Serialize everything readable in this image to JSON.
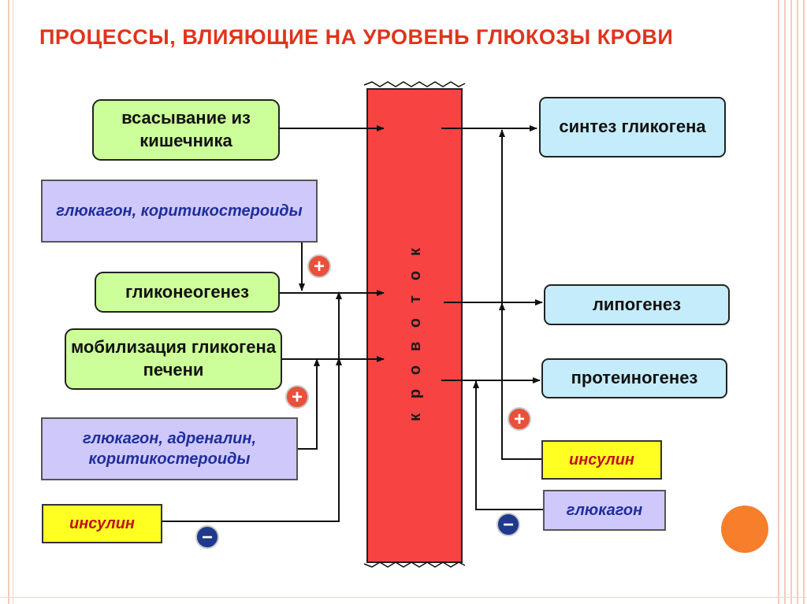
{
  "title": "Процессы, влияющие на уровень глюкозы крови",
  "center": {
    "label": "кровоток"
  },
  "left": {
    "absorption": "всасывание из кишечника",
    "hormones_gluconeo": "глюкагон, коритикостероиды",
    "gluconeogenesis": "гликонеогенез",
    "glycogen_mobilization": "мобилизация гликогена печени",
    "hormones_mobilization": "глюкагон, адреналин, коритикостероиды",
    "insulin": "инсулин"
  },
  "right": {
    "glycogen_synthesis": "синтез гликогена",
    "lipogenesis": "липогенез",
    "proteinogenesis": "протеиногенез",
    "insulin": "инсулин",
    "glucagon": "глюкагон"
  },
  "signs": {
    "plus": "+",
    "minus": "−"
  },
  "colors": {
    "title": "#e0341c",
    "bloodstream": "#f84343",
    "green_box": "#ccff99",
    "blue_box": "#c5ecfb",
    "violet_box": "#cfc8fb",
    "yellow_box": "#ffff22",
    "plus_badge": "#e8503a",
    "minus_badge": "#1f3a8c",
    "accent_circle": "#f77e2a"
  }
}
